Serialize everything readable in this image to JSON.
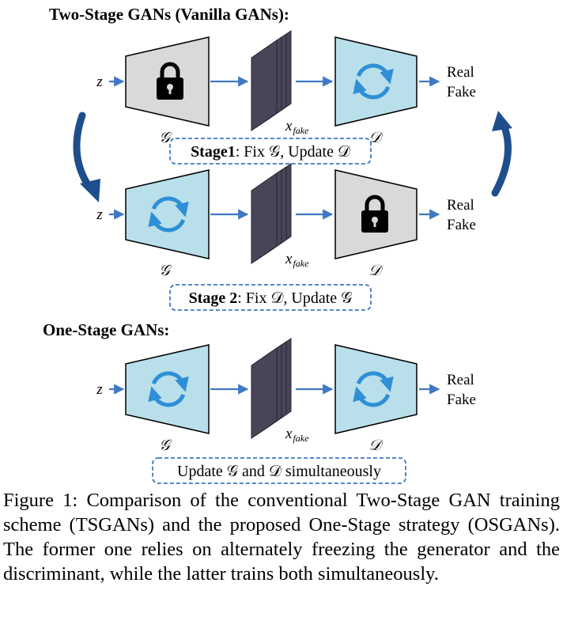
{
  "colors": {
    "locked_fill": "#d9d9d9",
    "active_fill": "#b9dfeb",
    "arrow_blue": "#3f78c4",
    "cycle_blue": "#2f8fd6",
    "stage_arrow": "#1f4e8c",
    "feature_map": "#4a4458",
    "box_dash": "#3f78c4"
  },
  "sections": {
    "two_stage_title": "Two-Stage GANs (Vanilla GANs):",
    "one_stage_title": "One-Stage GANs:"
  },
  "symbols": {
    "z": "z",
    "generator": "𝒢",
    "discriminator": "𝒟",
    "x_main": "x",
    "x_sub": "fake"
  },
  "outputs": {
    "real": "Real",
    "fake": "Fake"
  },
  "rows": [
    {
      "id": "stage1",
      "generator_state": "locked",
      "discriminator_state": "update",
      "label_bold": "Stage1",
      "label_rest": ": Fix 𝒢, Update 𝒟"
    },
    {
      "id": "stage2",
      "generator_state": "update",
      "discriminator_state": "locked",
      "label_bold": "Stage 2",
      "label_rest": ": Fix 𝒟, Update 𝒢"
    },
    {
      "id": "onestage",
      "generator_state": "update",
      "discriminator_state": "update",
      "label_bold": "",
      "label_rest": "Update 𝒢 and 𝒟 simultaneously"
    }
  ],
  "icons": {
    "lock": "lock-icon",
    "update": "refresh-cycle-icon",
    "stage_switch": "curved-arrow-icon"
  },
  "caption": "Figure 1: Comparison of the conventional Two-Stage GAN training scheme (TSGANs) and the proposed One-Stage strategy (OSGANs). The former one relies on alternately freezing the generator and the discriminant, while the latter trains both simultaneously."
}
